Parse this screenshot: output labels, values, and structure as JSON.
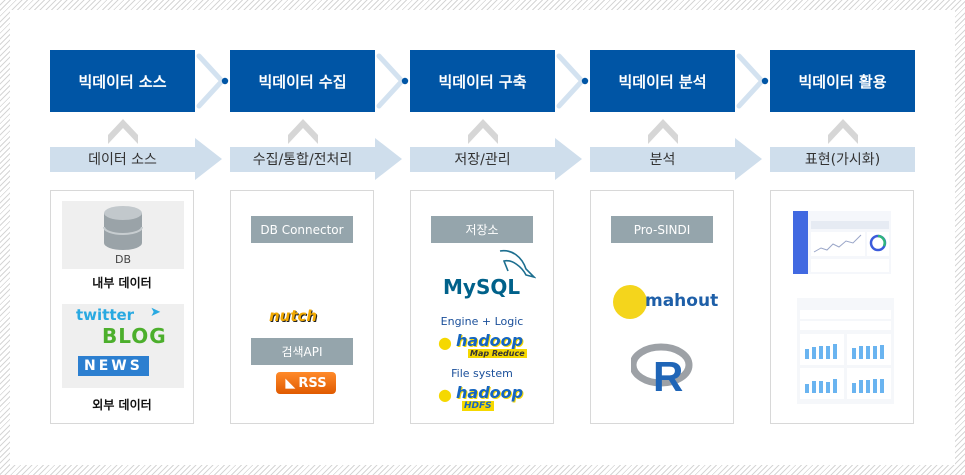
{
  "stages": [
    {
      "title": "빅데이터 소스",
      "band": "데이터 소스"
    },
    {
      "title": "빅데이터 수집",
      "band": "수집/통합/전처리"
    },
    {
      "title": "빅데이터 구축",
      "band": "저장/관리"
    },
    {
      "title": "빅데이터 분석",
      "band": "분석"
    },
    {
      "title": "빅데이터 활용",
      "band": "표현(가시화)"
    }
  ],
  "source": {
    "db_caption": "DB",
    "internal_label": "내부 데이터",
    "external_label": "외부 데이터",
    "twitter_text": "twitter",
    "blog_text": "BLOG",
    "news_text": "NEWS"
  },
  "collect": {
    "tag1": "DB Connector",
    "nutch_logo": "nutch",
    "tag2": "검색API",
    "rss_logo": "RSS"
  },
  "build": {
    "tag": "저장소",
    "mysql_logo": "MySQL",
    "engine_label": "Engine + Logic",
    "hadoop1": "hadoop",
    "hadoop1_sub": "Map Reduce",
    "fs_label": "File system",
    "hadoop2": "hadoop",
    "hadoop2_sub": "HDFS"
  },
  "analysis": {
    "tag": "Pro-SINDI",
    "mahout_logo": "mahout",
    "r_logo": "R"
  },
  "colors": {
    "stage": "#0055a5",
    "band": "#cfdeec",
    "tag": "#95a5ac"
  }
}
